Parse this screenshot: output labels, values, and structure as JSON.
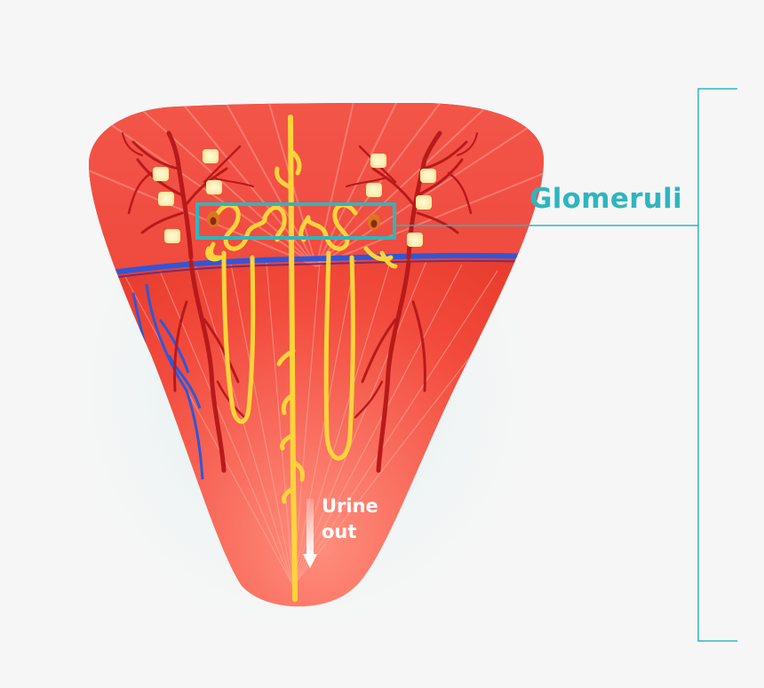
{
  "labels": {
    "glomeruli": "Glomeruli",
    "urine_line1": "Urine",
    "urine_line2": "out"
  },
  "colors": {
    "accent": "#2fb5be",
    "tissue": "#f0483b",
    "vessel_red": "#b81a1a",
    "vein_blue": "#2f57d8",
    "tubule_yellow": "#ffd43a",
    "background": "#f6f6f6"
  }
}
